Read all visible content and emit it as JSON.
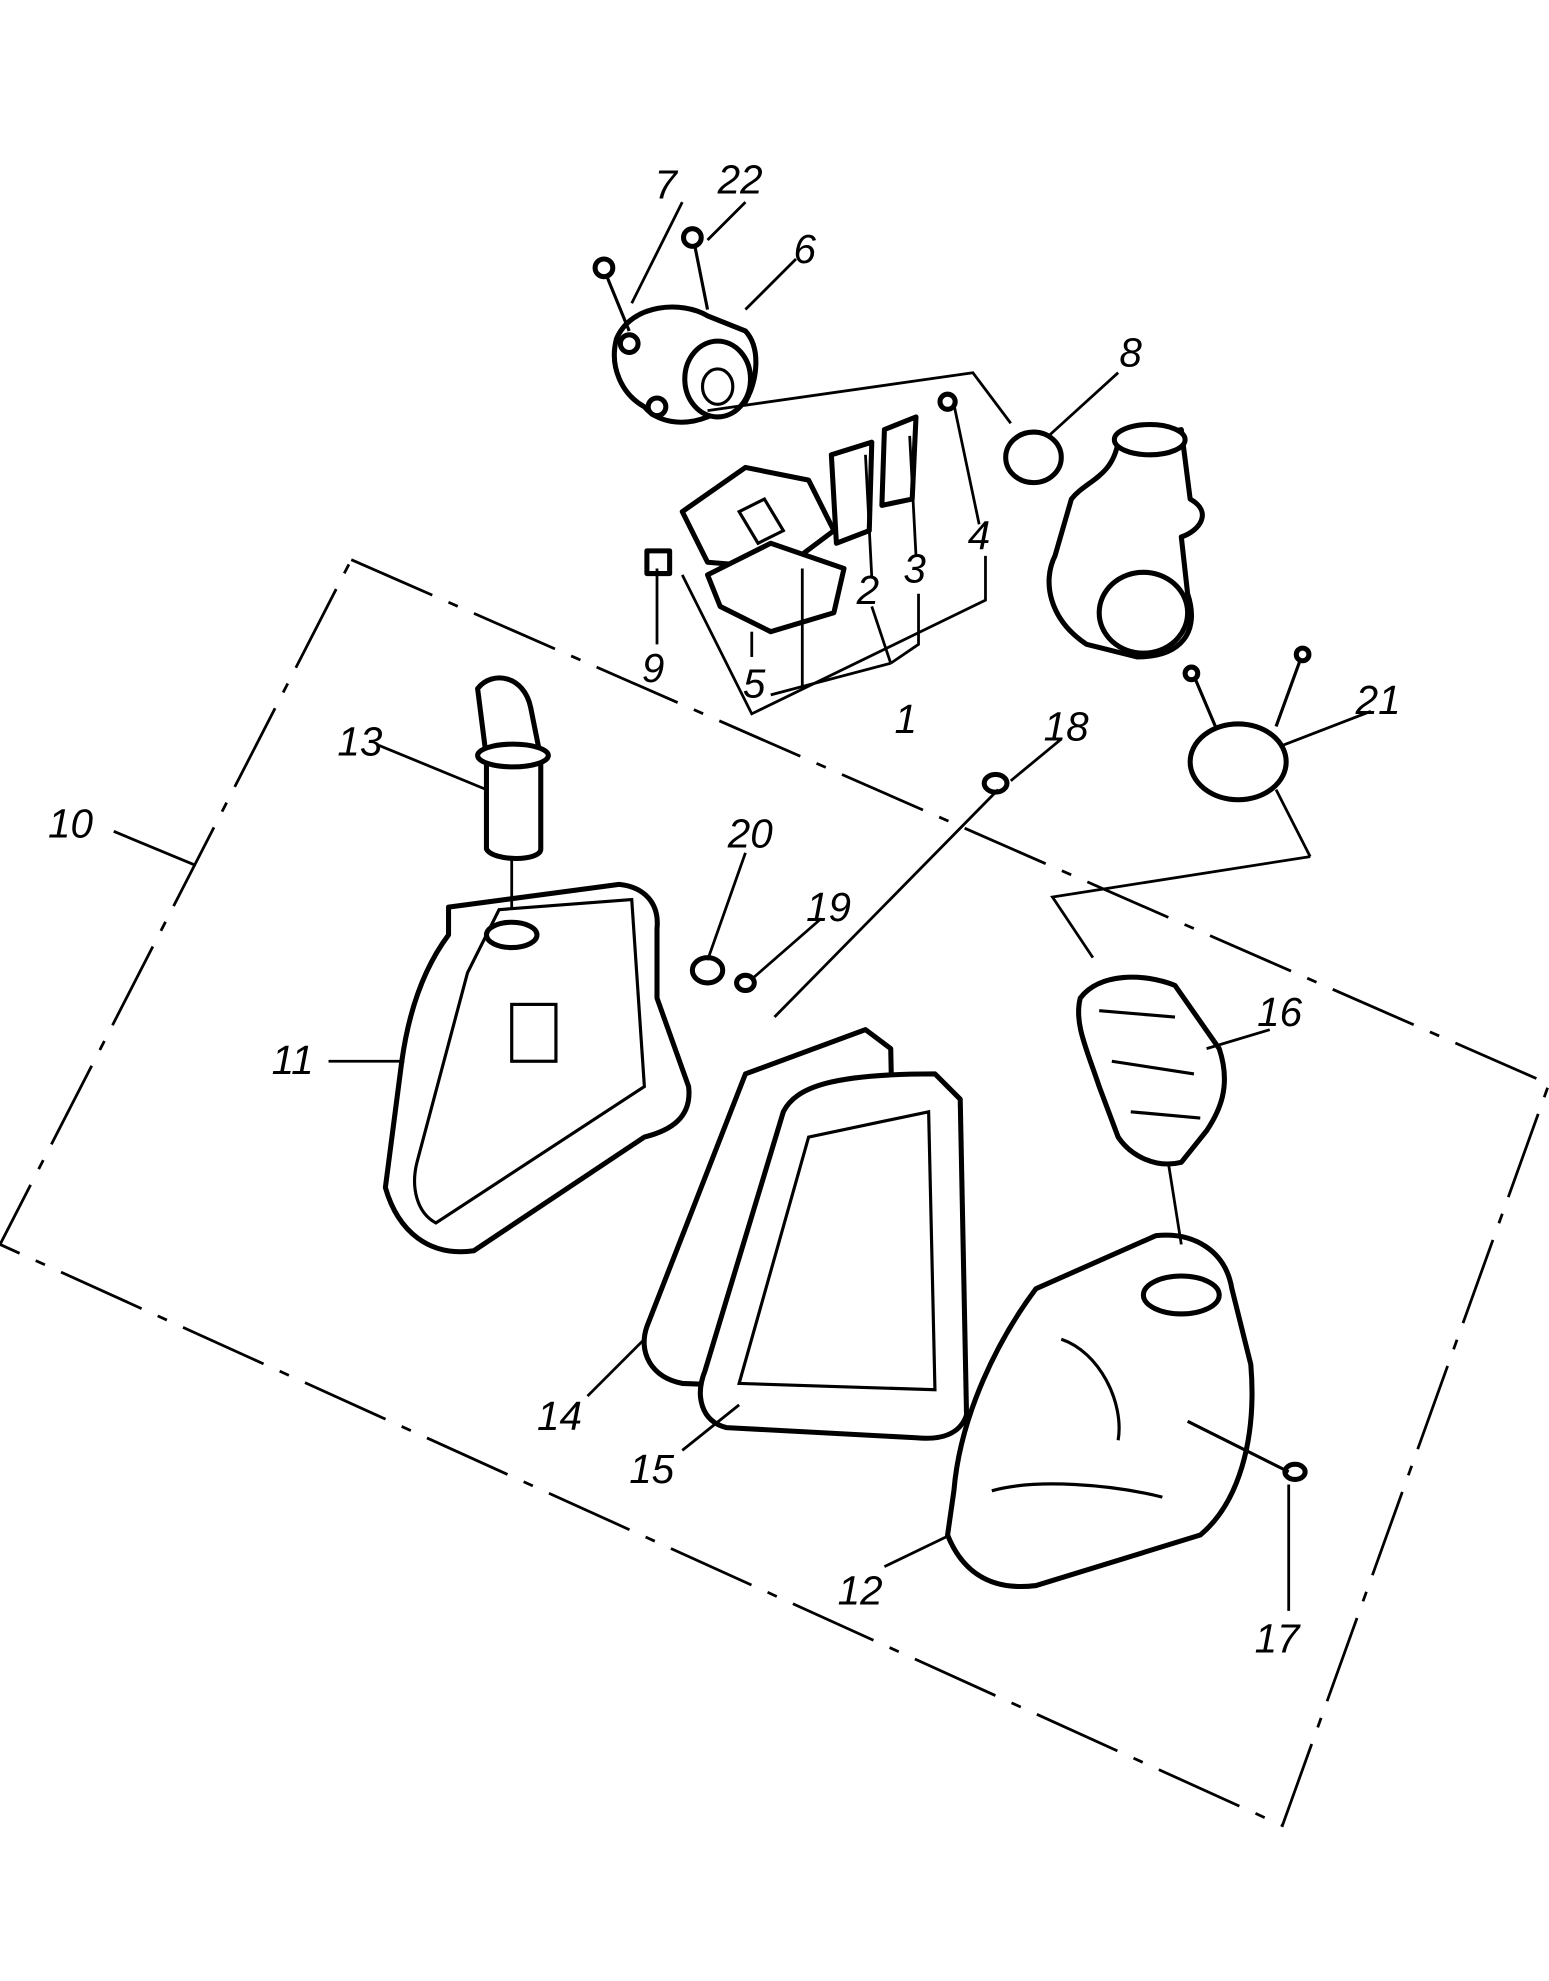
{
  "diagram_title": "",
  "part_labels": {
    "p1": "1",
    "p2": "2",
    "p3": "3",
    "p4": "4",
    "p5": "5",
    "p6": "6",
    "p7": "7",
    "p8": "8",
    "p9": "9",
    "p10": "10",
    "p11": "11",
    "p12": "12",
    "p13": "13",
    "p14": "14",
    "p15": "15",
    "p16": "16",
    "p17": "17",
    "p18": "18",
    "p19": "19",
    "p20": "20",
    "p21": "21",
    "p22": "22"
  }
}
